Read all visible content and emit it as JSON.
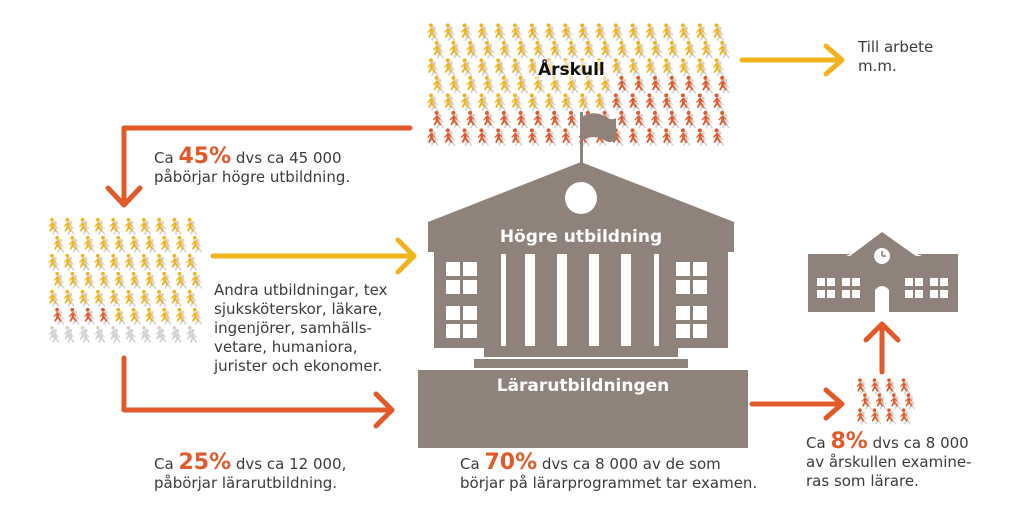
{
  "colors": {
    "yellow": "#f2b41e",
    "orange": "#e25a2a",
    "gray": "#8e827b",
    "shadow": "#d6d2cf",
    "white": "#ffffff"
  },
  "cohort": {
    "title": "Årskull"
  },
  "to_work": {
    "line1": "Till arbete",
    "line2": "m.m."
  },
  "higher_ed": {
    "label": "Högre utbildning",
    "pct": "45%",
    "prefix": "Ca",
    "text1": "dvs ca 45 000",
    "text2": "påbörjar högre utbildning."
  },
  "other_programs": {
    "lines": [
      "Andra utbildningar, tex",
      "sjuksköterskor, läkare,",
      "ingenjörer, samhälls-",
      "vetare, humaniora,",
      "jurister och ekonomer."
    ]
  },
  "teacher_ed": {
    "label": "Lärarutbildningen",
    "pct": "25%",
    "prefix": "Ca",
    "text1": "dvs ca 12 000,",
    "text2": "påbörjar lärarutbildning."
  },
  "graduates": {
    "pct": "70%",
    "prefix": "Ca",
    "text1": "dvs ca 8 000 av de som",
    "text2": "börjar på lärarprogrammet tar examen."
  },
  "teachers": {
    "pct": "8%",
    "prefix": "Ca",
    "text1": "dvs ca 8 000",
    "text2": "av årskullen examine-",
    "text3": "ras som lärare."
  },
  "icons": [
    "walking-person-icon",
    "university-building-icon",
    "school-building-icon",
    "flag-icon",
    "clock-icon",
    "arrow-right-icon",
    "arrow-down-icon",
    "arrow-up-icon"
  ]
}
